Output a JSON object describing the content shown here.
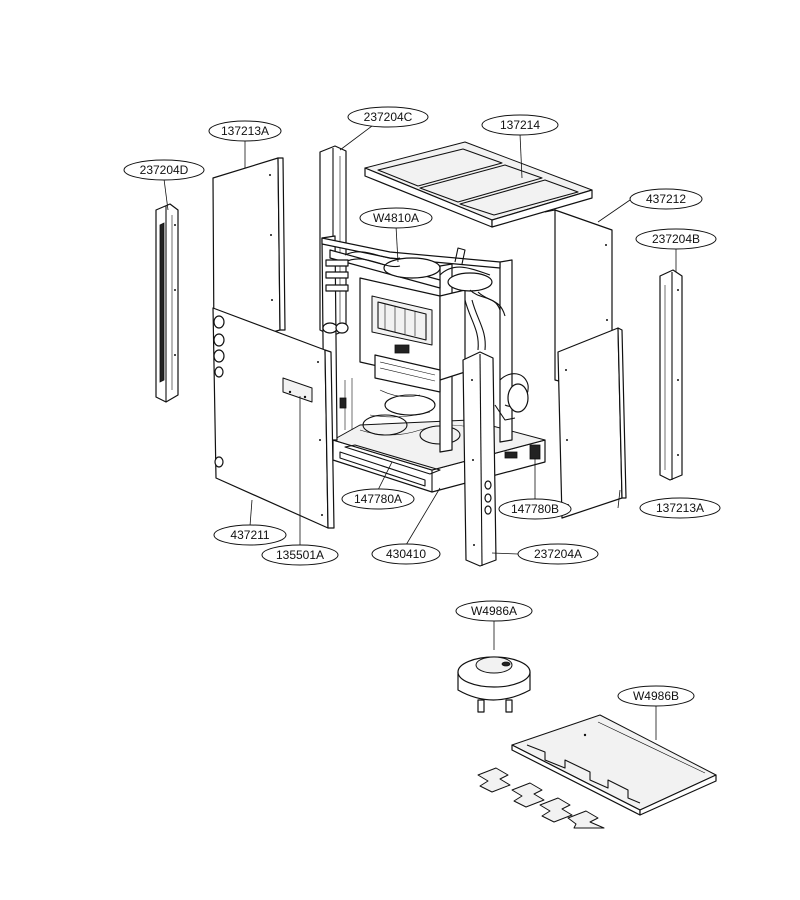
{
  "callouts": {
    "p237204D": "237204D",
    "p137213A_top": "137213A",
    "p237204C": "237204C",
    "p137214": "137214",
    "pW4810A": "W4810A",
    "p437212": "437212",
    "p237204B": "237204B",
    "p147780A": "147780A",
    "p147780B": "147780B",
    "p137213A_right": "137213A",
    "p437211": "437211",
    "p135501A": "135501A",
    "p430410": "430410",
    "p237204A": "237204A",
    "pW4986A": "W4986A",
    "pW4986B": "W4986B"
  }
}
